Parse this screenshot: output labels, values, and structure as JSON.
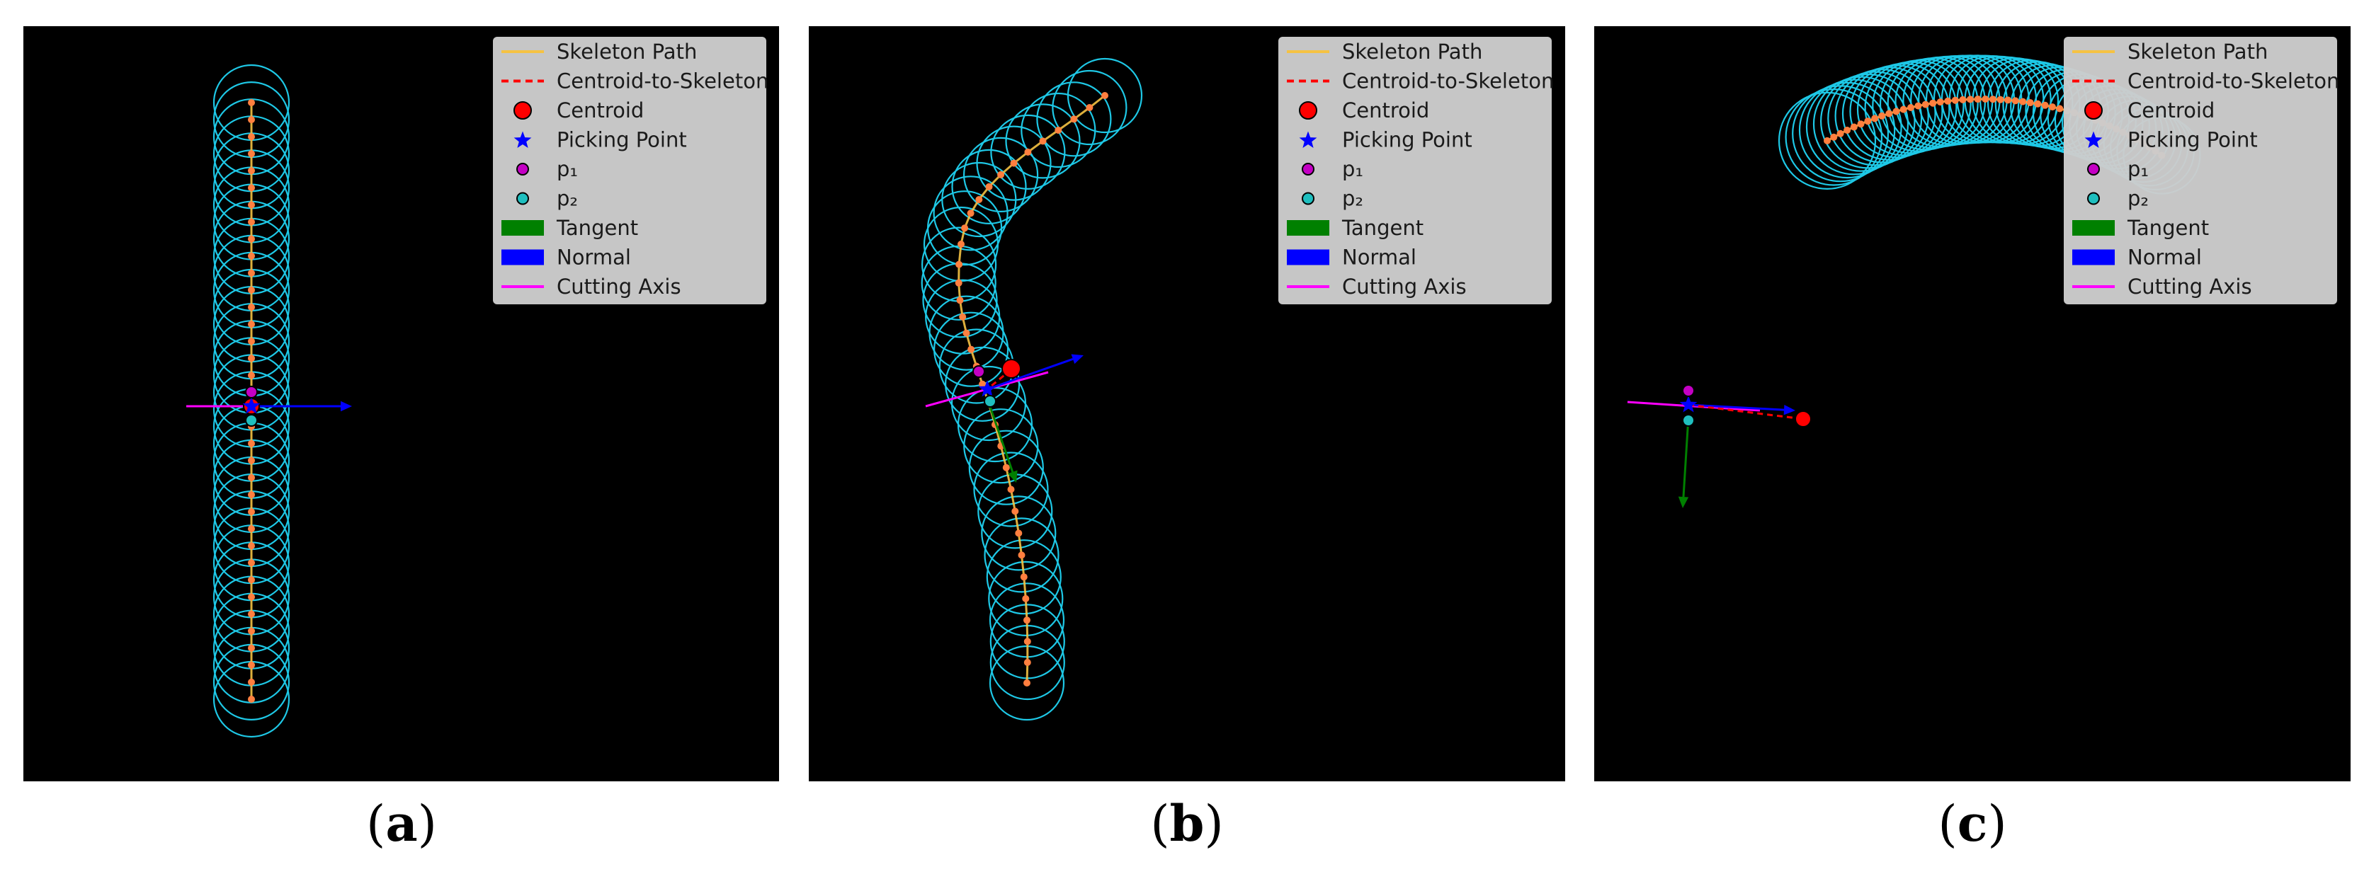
{
  "colors": {
    "panel_background": "#000000",
    "circle": "#1ec8e6",
    "skeleton_point": "#ff7f3f",
    "skeleton_path": "#f5c242",
    "centroid_to_skeleton": "#ff0000",
    "centroid": "#ff0000",
    "picking_point": "#0000ff",
    "p1": "#c400c4",
    "p2": "#1fbfbf",
    "tangent": "#008000",
    "normal": "#0000ff",
    "cutting_axis": "#ff00ff",
    "legend_background": "#cccccc"
  },
  "legend": [
    {
      "label": "Skeleton Path",
      "marker": "line",
      "color_key": "skeleton_path"
    },
    {
      "label": "Centroid-to-Skeleton",
      "marker": "dashed",
      "color_key": "centroid_to_skeleton"
    },
    {
      "label": "Centroid",
      "marker": "big-dot",
      "color_key": "centroid"
    },
    {
      "label": "Picking Point",
      "marker": "star",
      "color_key": "picking_point"
    },
    {
      "label": "p₁",
      "marker": "small-dot",
      "color_key": "p1"
    },
    {
      "label": "p₂",
      "marker": "small-dot",
      "color_key": "p2"
    },
    {
      "label": "Tangent",
      "marker": "rect",
      "color_key": "tangent"
    },
    {
      "label": "Normal",
      "marker": "rect",
      "color_key": "normal"
    },
    {
      "label": "Cutting Axis",
      "marker": "line",
      "color_key": "cutting_axis"
    }
  ],
  "panels": [
    {
      "id": "a",
      "label_open": "(",
      "label_letter": "a",
      "label_close": ")",
      "shape": "straight"
    },
    {
      "id": "b",
      "label_open": "(",
      "label_letter": "b",
      "label_close": ")",
      "shape": "bent"
    },
    {
      "id": "c",
      "label_open": "(",
      "label_letter": "c",
      "label_close": ")",
      "shape": "arc"
    }
  ]
}
